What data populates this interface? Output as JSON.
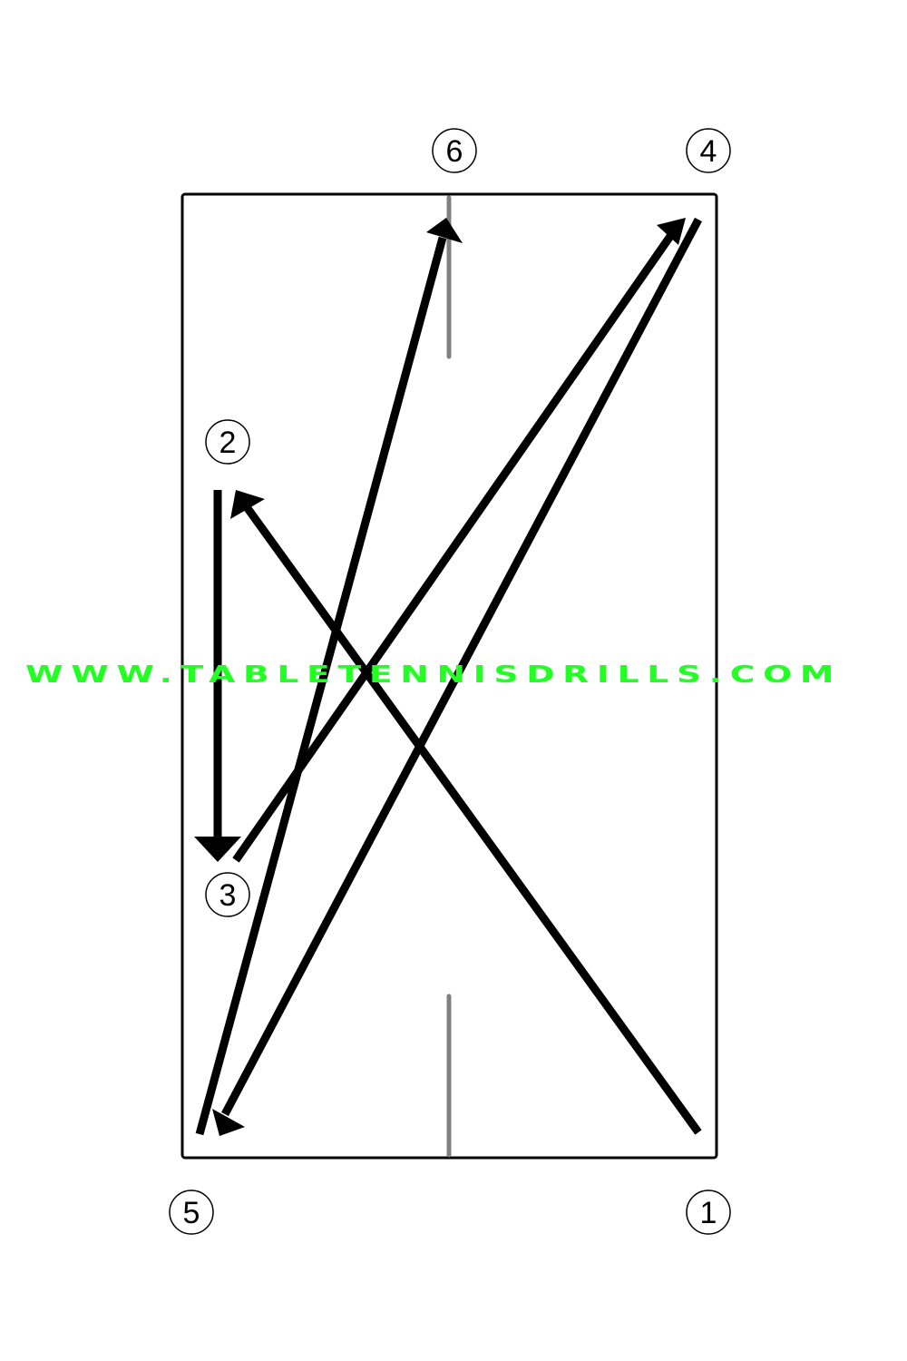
{
  "diagram": {
    "markers": [
      {
        "id": "1",
        "label": "1"
      },
      {
        "id": "2",
        "label": "2"
      },
      {
        "id": "3",
        "label": "3"
      },
      {
        "id": "4",
        "label": "4"
      },
      {
        "id": "5",
        "label": "5"
      },
      {
        "id": "6",
        "label": "6"
      }
    ],
    "watermark": {
      "text": "WWW.TABLETENNISDRILLS.COM",
      "color": "#22ff22"
    },
    "colors": {
      "table_outline": "#000000",
      "center_line": "#808080",
      "arrows": "#000000"
    },
    "shots": [
      {
        "from": "1",
        "to": "2"
      },
      {
        "from": "2",
        "to": "3"
      },
      {
        "from": "3",
        "to": "4"
      },
      {
        "from": "4",
        "to": "5"
      },
      {
        "from": "5",
        "to": "6"
      }
    ]
  }
}
